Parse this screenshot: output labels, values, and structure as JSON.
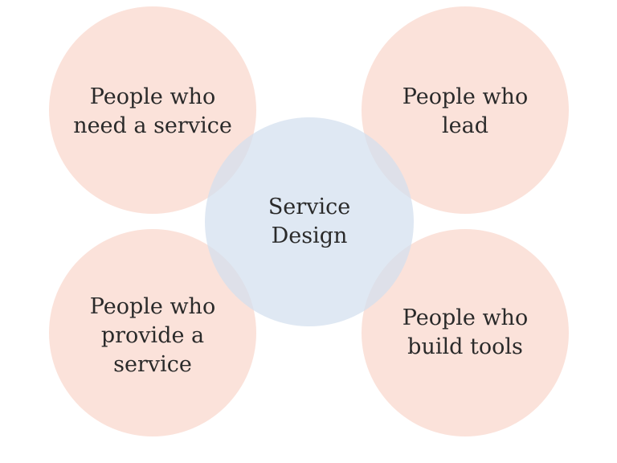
{
  "diagram": {
    "center": {
      "lines": [
        "Service",
        "Design"
      ],
      "color": "#d2dfee"
    },
    "nodes": [
      {
        "lines": [
          "People who",
          "need a service"
        ],
        "color": "#fadad0"
      },
      {
        "lines": [
          "People who",
          "lead"
        ],
        "color": "#fadad0"
      },
      {
        "lines": [
          "People who",
          "provide a",
          "service"
        ],
        "color": "#fadad0"
      },
      {
        "lines": [
          "People who",
          "build tools"
        ],
        "color": "#fadad0"
      }
    ]
  }
}
